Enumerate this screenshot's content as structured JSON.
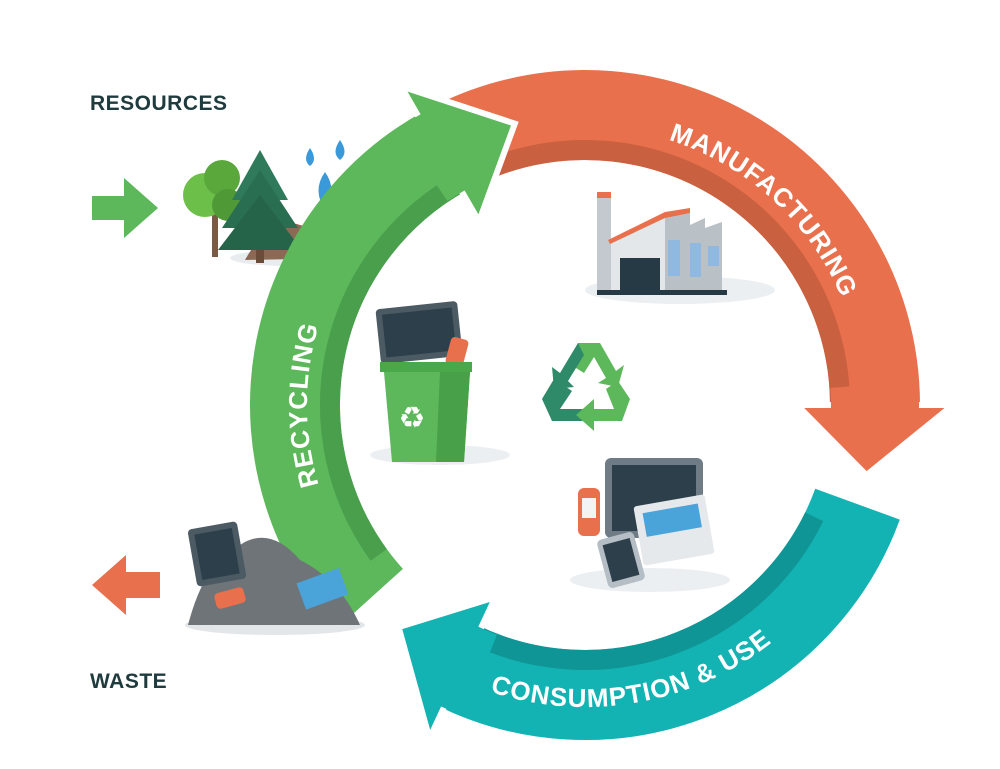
{
  "diagram": {
    "type": "circular-economy-cycle",
    "stages": [
      {
        "label": "MANUFACTURING",
        "color": "#e8704d",
        "shade": "#c9603f"
      },
      {
        "label": "CONSUMPTION & USE",
        "color": "#12b3b2",
        "shade": "#0f9595"
      },
      {
        "label": "RECYCLING",
        "color": "#5cb85a",
        "shade": "#4a9f4c"
      }
    ],
    "inputs": {
      "label": "RESOURCES",
      "arrow_color": "#5cb85a"
    },
    "outputs": {
      "label": "WASTE",
      "arrow_color": "#e8704d"
    },
    "center_icon": "recycle-icon"
  }
}
